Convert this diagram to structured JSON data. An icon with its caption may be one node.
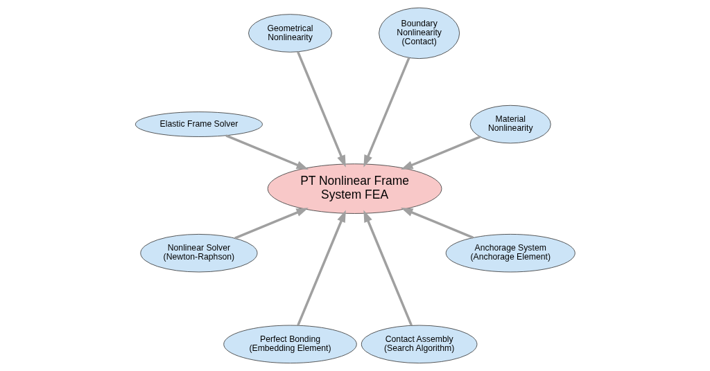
{
  "diagram": {
    "nodes": [
      {
        "text": [
          "Material Nonlinearity"
        ]
      },
      {
        "text": [
          "Boundary Nonlinearity (Contact)"
        ]
      },
      {
        "text": [
          "Geometrical Nonlinearity"
        ]
      },
      {
        "text": [
          "Elastic Frame Solver"
        ]
      },
      {
        "text": [
          "PT Nonlinear Frame System FEA"
        ]
      },
      {
        "text": [
          "Nonlinear Solver (Newton-Raphson)"
        ]
      },
      {
        "text": [
          "Perfect Bonding (Embedding Element)"
        ]
      },
      {
        "text": [
          "Contact Assembly (Search Algorithm)"
        ]
      },
      {
        "text": [
          "Anchorage System (Anchorage Element)"
        ]
      }
    ],
    "edges": [
      {
        "from": 0,
        "to": 4,
        "arrow": "to"
      },
      {
        "from": 2,
        "to": 4,
        "arrow": "to"
      },
      {
        "from": 5,
        "to": 4,
        "arrow": "to"
      },
      {
        "from": 7,
        "to": 4,
        "arrow": "to"
      },
      {
        "from": 8,
        "to": 4,
        "arrow": "to"
      },
      {
        "from": 6,
        "to": 4,
        "arrow": "to"
      },
      {
        "from": 3,
        "to": 4,
        "arrow": "to"
      },
      {
        "from": 1,
        "to": 4,
        "arrow": "to"
      }
    ]
  }
}
